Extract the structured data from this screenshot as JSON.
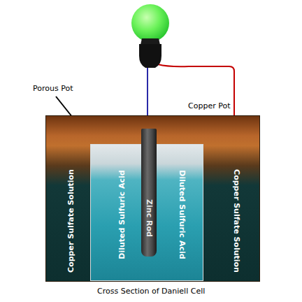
{
  "diagram": {
    "caption": "Cross Section of Daniell Cell",
    "nodes": [
      {
        "text": [
          "Copper Pot",
          "Copper Sulfate Solution",
          "Copper Sulfate Solution"
        ]
      },
      {
        "text": [
          "Diluted Sulfuric Acid",
          "Diluted Sulfuric Acid"
        ],
        "in": 0
      },
      {
        "text": [
          "Zinc Rod"
        ],
        "in": 1
      }
    ],
    "labels": [
      "Porous Pot"
    ]
  }
}
